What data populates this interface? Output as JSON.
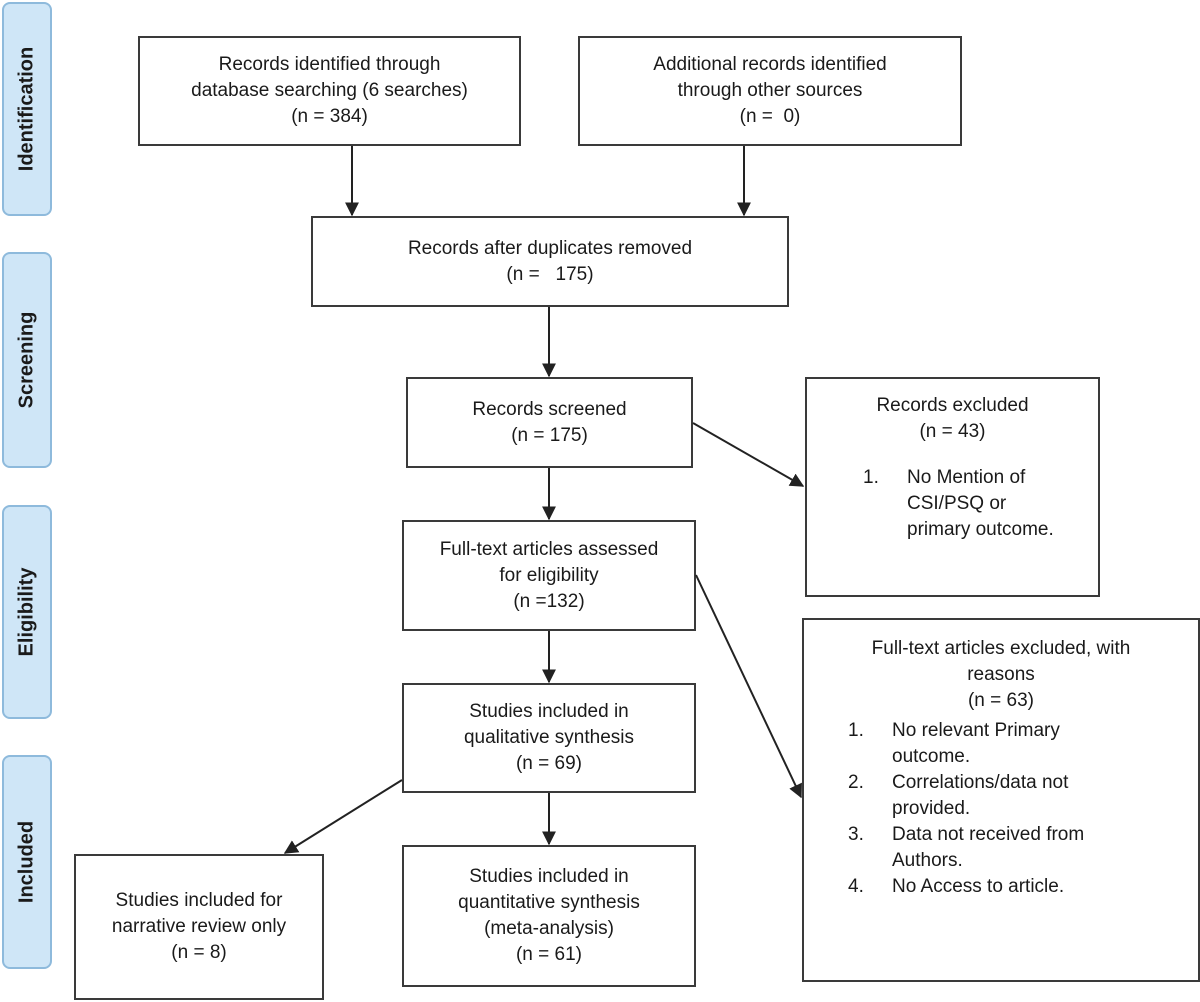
{
  "stages": {
    "identification": "Identification",
    "screening": "Screening",
    "eligibility": "Eligibility",
    "included": "Included"
  },
  "boxes": {
    "database_search": {
      "line1": "Records identified through",
      "line2": "database searching (6 searches)",
      "line3": "(n = 384)"
    },
    "other_sources": {
      "line1": "Additional records identified",
      "line2": "through other sources",
      "line3": "(n =  0)"
    },
    "duplicates_removed": {
      "line1": "Records after duplicates removed",
      "line2": "(n =   175)"
    },
    "screened": {
      "line1": "Records screened",
      "line2": "(n = 175)"
    },
    "records_excluded": {
      "line1": "Records excluded",
      "line2": "(n = 43)",
      "reasons": [
        {
          "num": "1.",
          "text": "No Mention of\nCSI/PSQ or\nprimary outcome."
        }
      ]
    },
    "full_text_assessed": {
      "line1": "Full-text articles assessed",
      "line2": "for eligibility",
      "line3": "(n =132)"
    },
    "full_text_excluded": {
      "line1": "Full-text articles excluded, with",
      "line2": "reasons",
      "line3": "(n = 63)",
      "reasons": [
        {
          "num": "1.",
          "text": "No relevant Primary\noutcome."
        },
        {
          "num": "2.",
          "text": "Correlations/data not\nprovided."
        },
        {
          "num": "3.",
          "text": "Data not received from\nAuthors."
        },
        {
          "num": "4.",
          "text": "No Access to article."
        }
      ]
    },
    "qualitative": {
      "line1": "Studies included in",
      "line2": "qualitative synthesis",
      "line3": "(n = 69)"
    },
    "narrative": {
      "line1": "Studies included for",
      "line2": "narrative review only",
      "line3": "(n = 8)"
    },
    "quantitative": {
      "line1": "Studies included in",
      "line2": "quantitative synthesis",
      "line3": "(meta-analysis)",
      "line4": "(n = 61)"
    }
  }
}
